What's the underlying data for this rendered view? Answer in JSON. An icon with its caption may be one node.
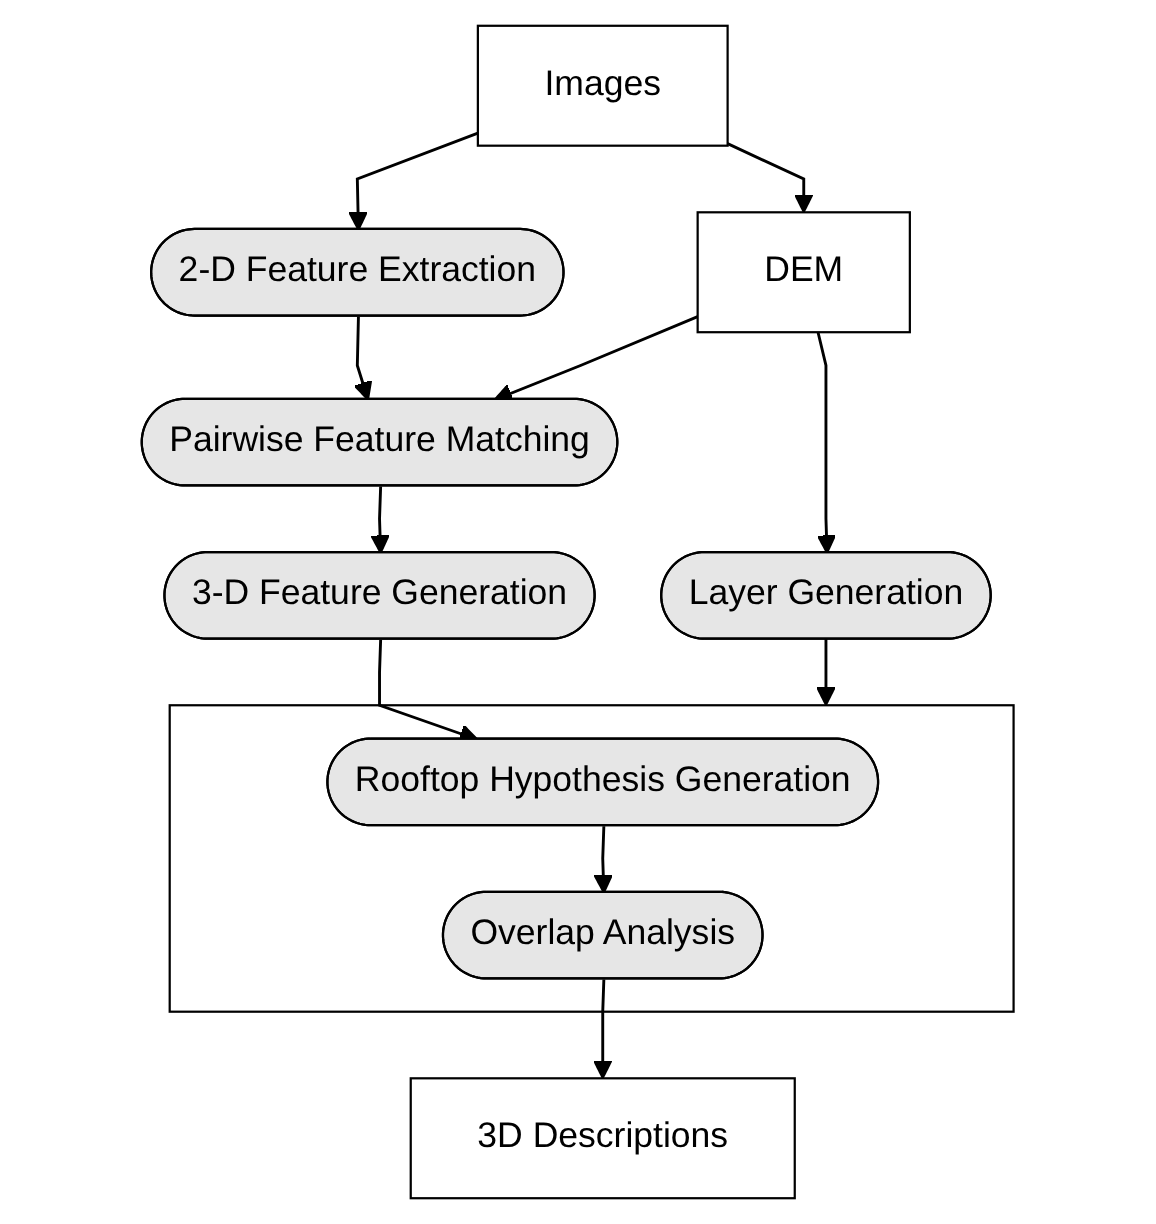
{
  "diagram": {
    "nodes": [
      {
        "text": [
          "Images"
        ]
      },
      {
        "text": [
          "2-D Feature Extraction"
        ]
      },
      {
        "text": [
          "DEM"
        ]
      },
      {
        "text": [
          "Pairwise Feature Matching"
        ]
      },
      {
        "text": [
          "Layer Generation"
        ]
      },
      {
        "text": [
          "3-D Feature Generation"
        ]
      },
      {
        "text": [],
        "shape": "box"
      },
      {
        "text": [
          "Rooftop Hypothesis Generation"
        ],
        "in": 6
      },
      {
        "text": [
          "Overlap Analysis"
        ],
        "in": 6
      },
      {
        "text": [
          "3D Descriptions"
        ]
      }
    ],
    "edges": [
      {
        "from": 0,
        "to": 1,
        "arrow": "to"
      },
      {
        "from": 0,
        "to": 2,
        "arrow": "to"
      },
      {
        "from": 1,
        "to": 3,
        "arrow": "to"
      },
      {
        "from": 2,
        "to": 3,
        "arrow": "to"
      },
      {
        "from": 2,
        "to": 4,
        "arrow": "to"
      },
      {
        "from": 3,
        "to": 5,
        "arrow": "to"
      },
      {
        "from": 5,
        "to": 7,
        "arrow": "to"
      },
      {
        "from": 4,
        "to": 6,
        "arrow": "to"
      },
      {
        "from": 7,
        "to": 8,
        "arrow": "to"
      },
      {
        "from": 8,
        "to": 9,
        "arrow": "to"
      }
    ]
  }
}
